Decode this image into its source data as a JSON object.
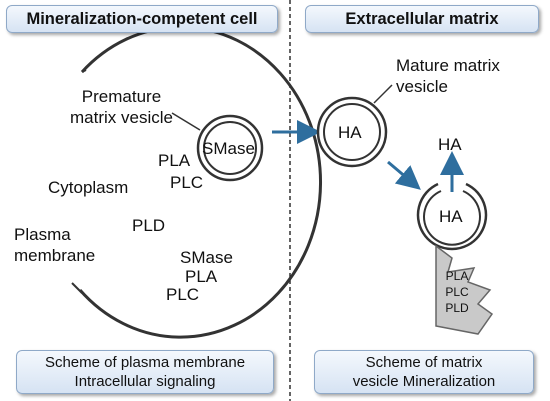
{
  "headers": {
    "left": "Mineralization-competent cell",
    "right": "Extracellular matrix"
  },
  "footers": {
    "left": [
      "Scheme of plasma membrane",
      "Intracellular signaling"
    ],
    "right": [
      "Scheme of matrix",
      "vesicle Mineralization"
    ]
  },
  "cell": {
    "premature_vesicle": [
      "Premature",
      "matrix vesicle"
    ],
    "vesicle_enzyme": "SMase",
    "pla": "PLA",
    "plc": "PLC",
    "cytoplasm": "Cytoplasm",
    "pld": "PLD",
    "plasma_membrane": [
      "Plasma",
      "membrane"
    ],
    "membrane_enzymes": [
      "SMase",
      "PLA",
      "PLC"
    ]
  },
  "matrix": {
    "mature_vesicle": [
      "Mature matrix",
      "vesicle"
    ],
    "ha_mature": "HA",
    "ha_released": "HA",
    "ha_open": "HA",
    "enzymes": [
      "PLA",
      "PLC",
      "PLD"
    ]
  },
  "colors": {
    "arrow": "#2e6e9e",
    "box_border": "#8fa9c8",
    "enzyme_fill": "#c9c9c9"
  }
}
